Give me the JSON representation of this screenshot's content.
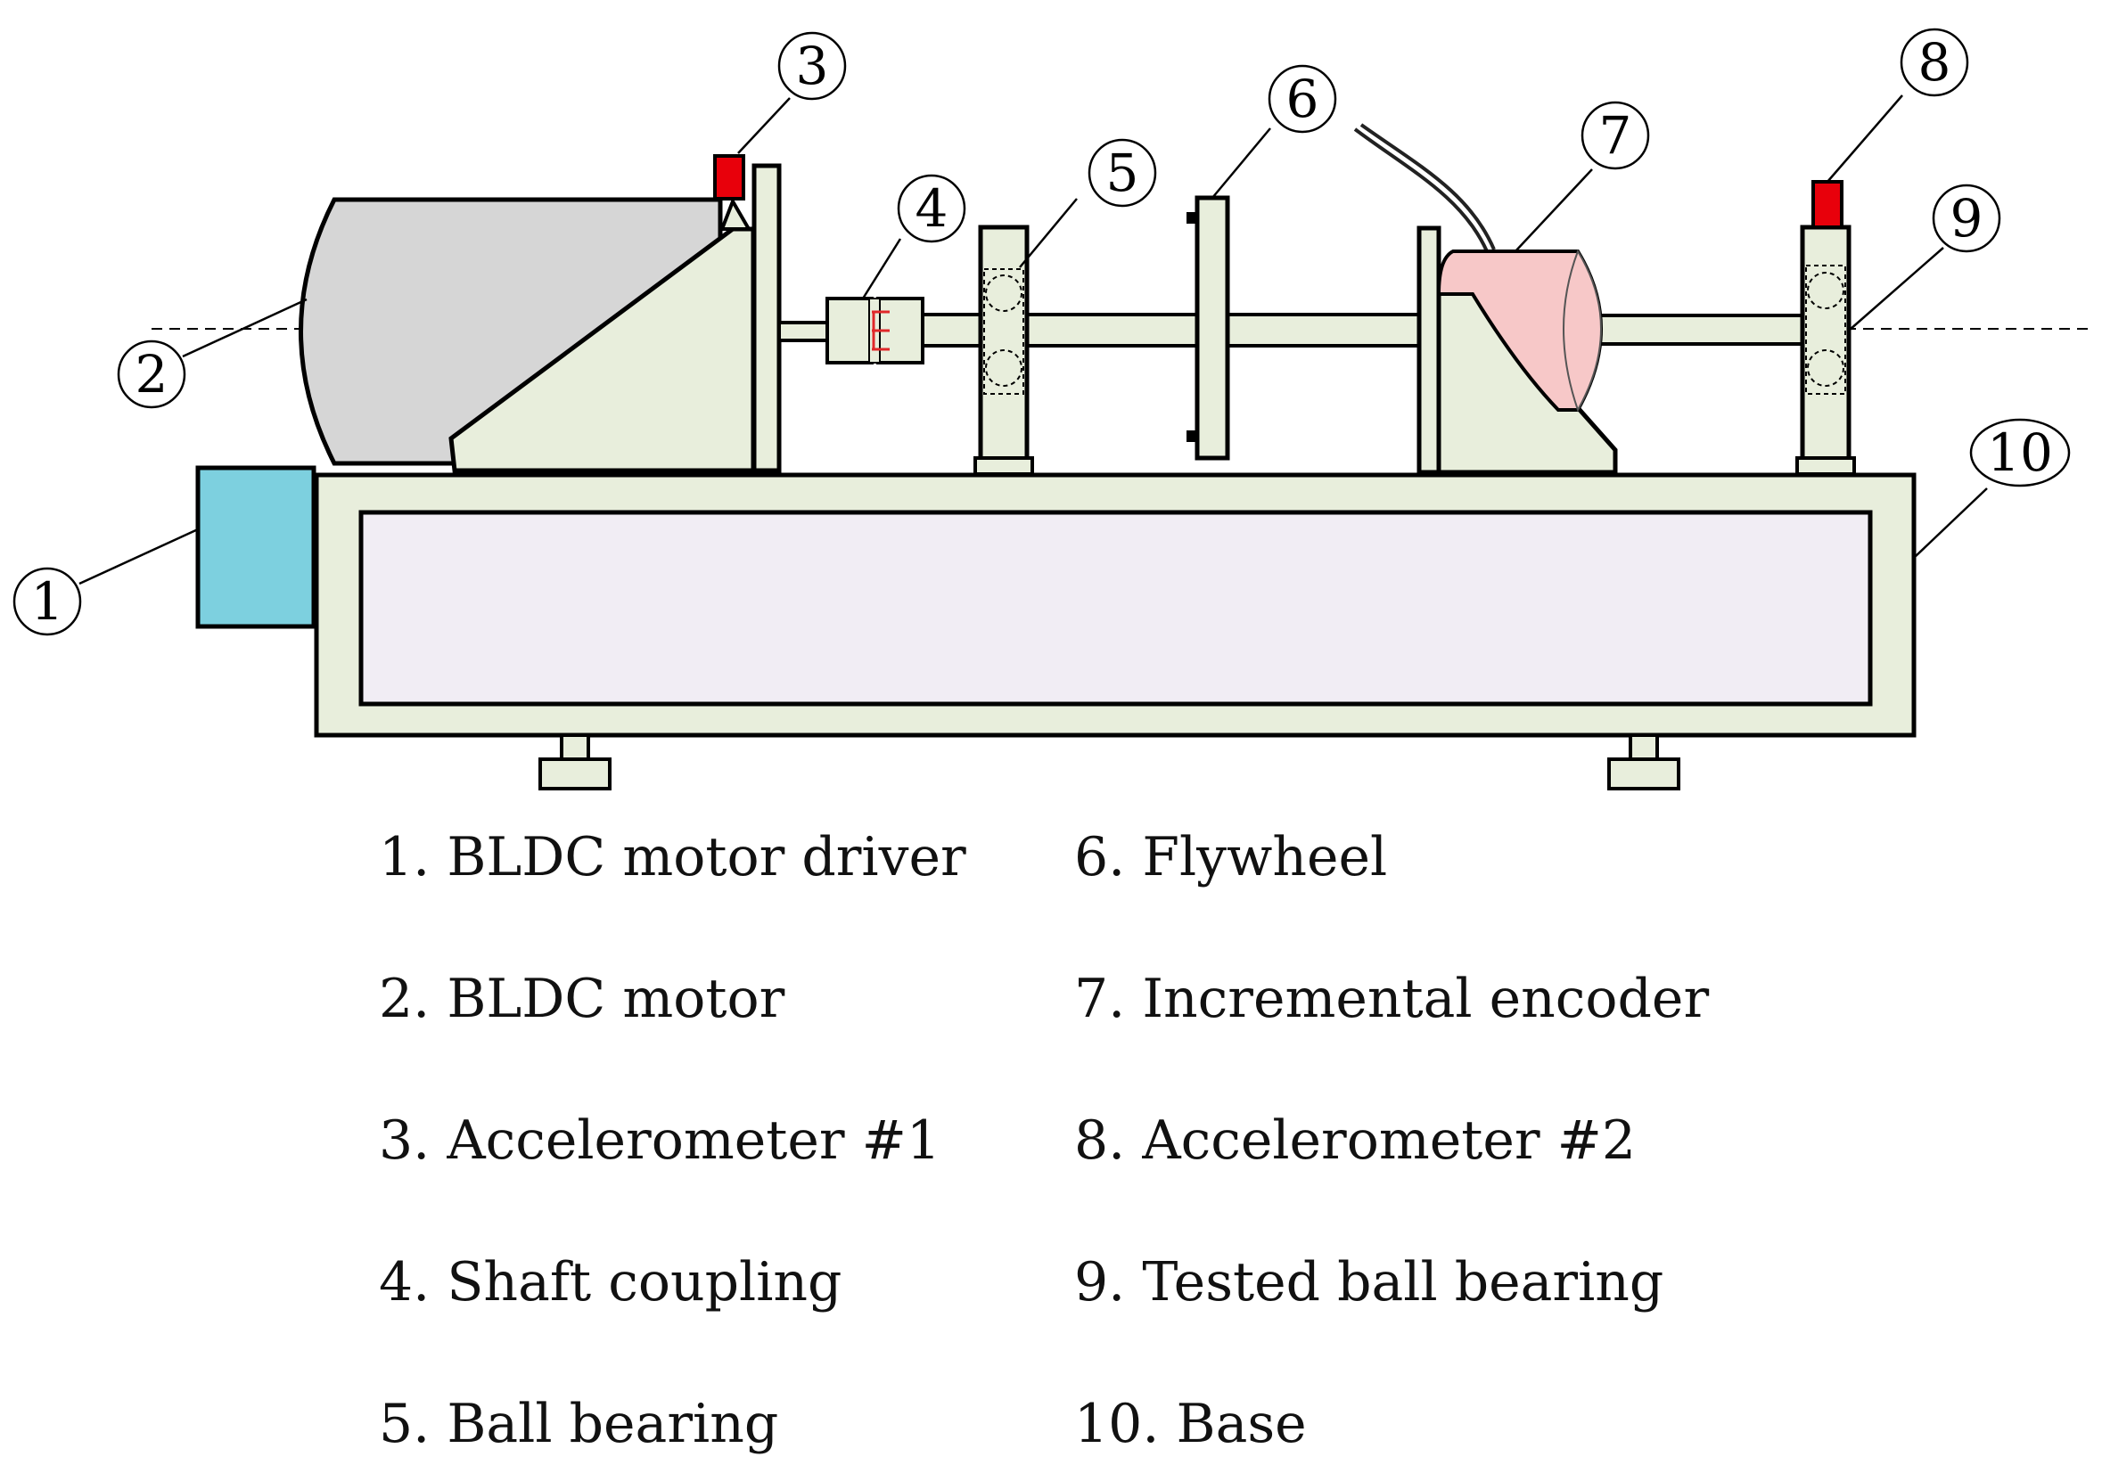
{
  "colors": {
    "frame_fill": "#e8eedc",
    "base_inner_fill": "#f1edf4",
    "motor_fill": "#d6d6d6",
    "driver_fill": "#7dd0df",
    "encoder_fill": "#f7c8c8",
    "accelerometer_fill": "#e8000b",
    "stroke": "#000000",
    "coupling_marks": "#e0282a"
  },
  "callouts": [
    "1",
    "2",
    "3",
    "4",
    "5",
    "6",
    "7",
    "8",
    "9",
    "10"
  ],
  "legend": [
    "1. BLDC motor driver",
    "2. BLDC motor",
    "3. Accelerometer #1",
    "4. Shaft coupling",
    "5. Ball bearing",
    "6. Flywheel",
    "7. Incremental encoder",
    "8. Accelerometer #2",
    "9. Tested ball bearing",
    "10. Base"
  ]
}
